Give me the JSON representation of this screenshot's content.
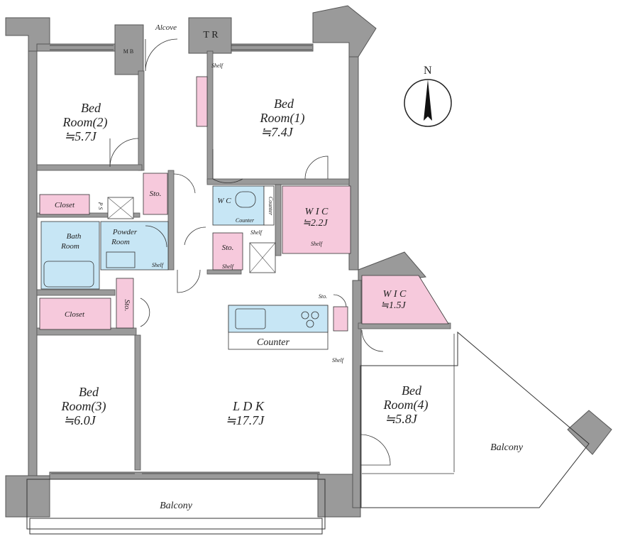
{
  "colors": {
    "wall": "#9a9a9a",
    "wall_edge": "#555555",
    "pink": "#f6c9dc",
    "blue": "#c7e6f5",
    "floor": "#ffffff",
    "line": "#333333"
  },
  "compass": {
    "label": "N"
  },
  "rooms": {
    "bed2": {
      "line1": "Bed",
      "line2": "Room(2)",
      "size": "≒5.7J"
    },
    "bed1": {
      "line1": "Bed",
      "line2": "Room(1)",
      "size": "≒7.4J"
    },
    "bed3": {
      "line1": "Bed",
      "line2": "Room(3)",
      "size": "≒6.0J"
    },
    "bed4": {
      "line1": "Bed",
      "line2": "Room(4)",
      "size": "≒5.8J"
    },
    "ldk": {
      "line1": "L D K",
      "size": "≒17.7J"
    },
    "wic1": {
      "line1": "W I C",
      "size": "≒2.2J"
    },
    "wic2": {
      "line1": "W I C",
      "size": "≒1.5J"
    }
  },
  "labels": {
    "alcove": "Alcove",
    "tr": "T R",
    "mb": "M B",
    "shelf": "Shelf",
    "sto": "Sto.",
    "wc": "W C",
    "counter": "Counter",
    "closet": "Closet",
    "bath1": "Bath",
    "bath2": "Room",
    "powder1": "Powder",
    "powder2": "Room",
    "ps": "P S",
    "balcony": "Balcony"
  }
}
